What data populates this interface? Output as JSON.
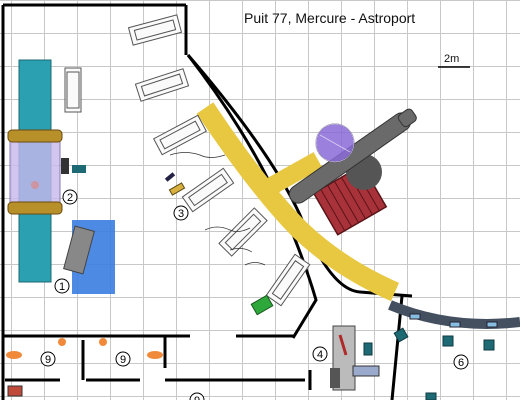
{
  "map": {
    "title": "Puit 77, Mercure - Astroport",
    "scale": {
      "label": "2m"
    },
    "markers": [
      {
        "id": "1",
        "label": "1"
      },
      {
        "id": "2",
        "label": "2"
      },
      {
        "id": "3",
        "label": "3"
      },
      {
        "id": "4",
        "label": "4"
      },
      {
        "id": "6",
        "label": "6"
      },
      {
        "id": "9a",
        "label": "9"
      },
      {
        "id": "9b",
        "label": "9"
      },
      {
        "id": "9c",
        "label": "9"
      }
    ],
    "colors": {
      "walls": "#000000",
      "grid": "#c8c8c8",
      "track": "#e8c840",
      "elevator_tube": "#2aa0b0",
      "elevator_ring": "#b8902a",
      "elevator_glass": "#c8b8ee",
      "blue_pad": "#3a7de0",
      "ship_hull": "#555555",
      "ship_dome": "#8a6ad8",
      "cargo_crate": "#a8323a",
      "conveyor": "#445060",
      "conveyor_items": "#87bde0",
      "teal_seats": "#1e6a74",
      "orange_lamps": "#f08a3a",
      "green_cart": "#2ea83a"
    }
  }
}
